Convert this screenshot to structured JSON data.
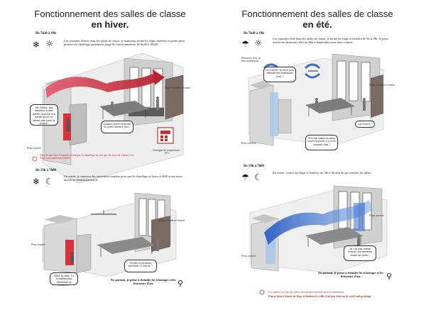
{
  "left": {
    "title_line1": "Fonctionnement des salles de classe",
    "title_line2": "en hiver.",
    "top_block": {
      "time": "De 7h30 à 19h",
      "icons": [
        "snowflake-icon",
        "sun-icon"
      ],
      "text": "Les journées d'hiver dans les salles de classe, je maintiens fermé les flaps, fenêtres et portes pour profiter du chauffage pendant la plage de fonctionnement, de 6h30 à 18h45."
    },
    "labels": {
      "flaps": "Flaps et fenêtres fermés",
      "porte": "Porte fermée",
      "consigne": "Consigne de température : 19°C"
    },
    "bubbles": {
      "b1": "Hé! Alfred, fais attention à bien fermer la porte à la sortie qu'on ne laisse pas sortir le chaud !",
      "b2": "Quand j'entre et ferme la porte derrière moi !"
    },
    "warning": "Afin de faire des économies d'énergie, le chauffage ne sera que les jours de classe et les flaps sont maintenus fermés.",
    "bottom_block": {
      "time": "De 19h à 7h00",
      "icons": [
        "snowflake-icon",
        "moon-icon"
      ],
      "text": "En soirée, je conserve les ouvertures fermées pour que le chauffage se lance à 6h30 avant notre arrivée le lendemain matin."
    },
    "bottom_labels": {
      "flaps": "Flaps et fenêtres fermés",
      "porte": "Porte fermée"
    },
    "bottom_bubbles": {
      "b1": "Portes et fenêtres fermées ! C'est ok ?",
      "b2": "Allez j'y vais. Tu n'oublies pas d'éteindre la lumière ?"
    },
    "reminder": "En partant, je pense à éteindre les éclairages et les brasseurs d'air."
  },
  "right": {
    "title_line1": "Fonctionnement des salles de classe",
    "title_line2": "en été.",
    "top_block": {
      "time": "De 7h30 à 19h",
      "icons": [
        "umbrella-icon",
        "sun-icon"
      ],
      "text": "Les journées d'été dans les salles de classe, je ferme les flaps et fenêtres de 9h à 19h. Je peux activer les brasseurs d'air de Mai à Septembre pour mon confort."
    },
    "labels": {
      "brasseurs": "Brasseurs d'air en fonctionnement",
      "flaps": "Flaps et fenêtres fermés",
      "porte": "Porte ouverte"
    },
    "bubbles": {
      "b1": "Ho Cédric, tu veux pas allumer les brasseurs d'air ?",
      "b2": "Ça tourne !",
      "b3": "Si tu as chaud tu peux ouvrir la porte, il y a un courant d'air !"
    },
    "bottom_block": {
      "time": "De 19h à 7h00",
      "icons": [
        "umbrella-icon",
        "moon-icon"
      ],
      "text": "En soirée, j'ouvre les flaps et fenêtres de 19h à 9h afin de sur-ventiler les salles."
    },
    "bottom_labels": {
      "flaps": "Flaps ouverts",
      "porte": "Porte ouverte"
    },
    "bottom_bubbles": {
      "b1": "Je n'ai pas oublié d'ouvrir les fenêtres avant de partir !"
    },
    "reminder": "En partant, je pense à éteindre les éclairages et les brasseurs d'air.",
    "warning_line1": "Les fenêtres de bas des salles doivent être ouvertes pour la ventilation.",
    "warning_line2": "Pensez bien à fermer les flaps et fenêtres la veille d'un jour férié ou de week-end prolongé."
  },
  "colors": {
    "warm_air": "#d7324a",
    "cool_air": "#3b6fd1",
    "building": "#d9d9d9",
    "door_red": "#d9313a",
    "panel_blue": "#a9c7ea"
  }
}
